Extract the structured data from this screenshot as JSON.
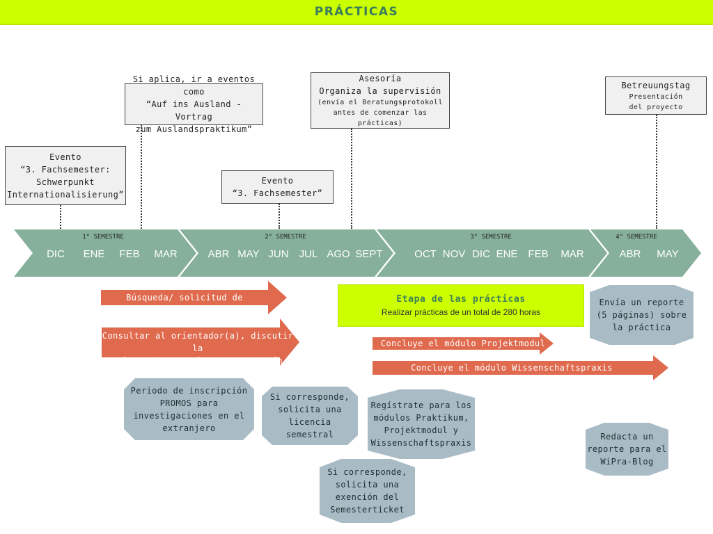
{
  "title": "PRÁCTICAS",
  "notes": {
    "evento_internacional": [
      "Evento",
      "“3. Fachsemester:",
      "Schwerpunkt",
      "Internationalisierung”"
    ],
    "ausland": [
      "Si aplica, ir a eventos como",
      "“Auf ins Ausland - Vortrag",
      "zum Auslandspraktikum”"
    ],
    "evento_fachsemester": [
      "Evento",
      "“3. Fachsemester”"
    ],
    "asesoria": [
      "Asesoría",
      "Organiza la supervisión"
    ],
    "asesoria_small": [
      "(envía el Beratungsprotokoll",
      "antes de comenzar las prácticas)"
    ],
    "betreuungstag": [
      "Betreuungstag"
    ],
    "betreuungstag_small": [
      "Presentación",
      "del proyecto"
    ]
  },
  "semesters": [
    {
      "label": "1° SEMESTRE",
      "months": [
        "DIC",
        "ENE",
        "FEB",
        "MAR"
      ]
    },
    {
      "label": "2° SEMESTRE",
      "months": [
        "ABR",
        "MAY",
        "JUN",
        "JUL",
        "AGO",
        "SEPT"
      ]
    },
    {
      "label": "3° SEMESTRE",
      "months": [
        "OCT",
        "NOV",
        "DIC",
        "ENE",
        "FEB",
        "MAR"
      ]
    },
    {
      "label": "4° SEMESTRE",
      "months": [
        "ABR",
        "MAY"
      ]
    }
  ],
  "arrows": {
    "busqueda": [
      "Búsqueda/ solicitud de prácticas"
    ],
    "consultar": [
      "Consultar al orientador(a), discutir la",
      "relevancia para la investigación"
    ],
    "projektmodul": [
      "Concluye el módulo Projektmodul"
    ],
    "wissenschaftspraxis": [
      "Concluye el módulo Wissenschaftspraxis"
    ]
  },
  "etapa": {
    "title": "Etapa de las prácticas",
    "subtitle": "Realizar prácticas de un total de 280 horas"
  },
  "hexagons": {
    "promos": [
      "Periodo de inscripción",
      "PROMOS para",
      "investigaciones en el",
      "extranjero"
    ],
    "licencia": [
      "Si corresponde,",
      "solicita una",
      "licencia",
      "semestral"
    ],
    "registrate": [
      "Regístrate para los",
      "módulos Praktikum,",
      "Projektmodul y",
      "Wissenschaftspraxis"
    ],
    "semesterticket": [
      "Si corresponde,",
      "solicita una",
      "exención del",
      "Semesterticket"
    ],
    "reporte": [
      "Envía un reporte",
      "(5 páginas) sobre",
      "la práctica"
    ],
    "wipra": [
      "Redacta un",
      "reporte para el",
      "WiPra-Blog"
    ]
  },
  "colors": {
    "title_bar": "#ccff00",
    "title_text": "#3a7d5c",
    "timeline": "#86b09c",
    "arrow": "#e06a4e",
    "hexagon": "#a9bcc5",
    "note_bg": "#f0f0f0"
  }
}
